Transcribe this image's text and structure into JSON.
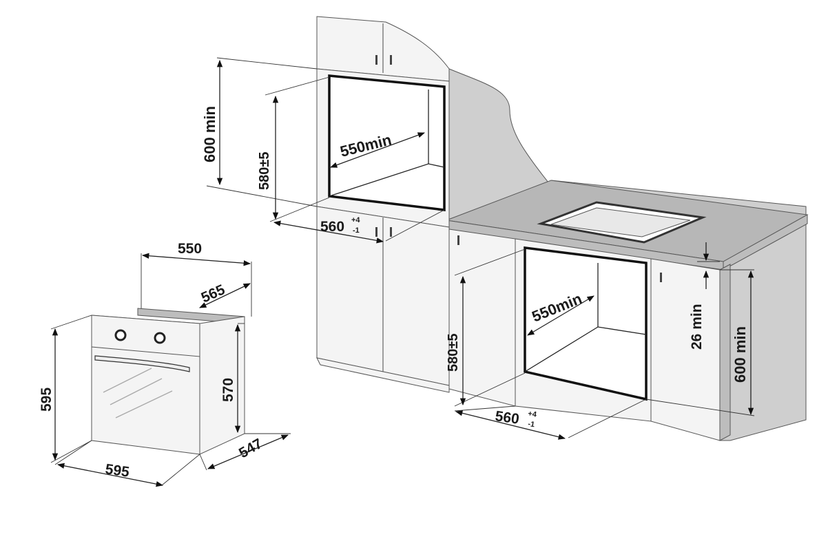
{
  "diagram": {
    "oven_dimensions": {
      "width_top": "550",
      "depth_top": "565",
      "height_front": "595",
      "width_front": "595",
      "body_height": "570",
      "depth_side": "547"
    },
    "wall_installation": {
      "cavity_min_height": "600 min",
      "niche_height": "580±5",
      "niche_depth": "550min",
      "niche_width_base": "560",
      "niche_width_tolerance_plus": "+4",
      "niche_width_tolerance_minus": "-1"
    },
    "under_counter_installation": {
      "niche_height": "580±5",
      "niche_depth": "550min",
      "niche_width_base": "560",
      "niche_width_tolerance_plus": "+4",
      "niche_width_tolerance_minus": "-1",
      "vent_gap": "26 min",
      "cavity_min_height": "600 min"
    },
    "colors": {
      "line": "#222222",
      "cabinet": "#f4f4f4",
      "wall": "#cfcfcf",
      "countertop": "#b7b7b7"
    }
  }
}
